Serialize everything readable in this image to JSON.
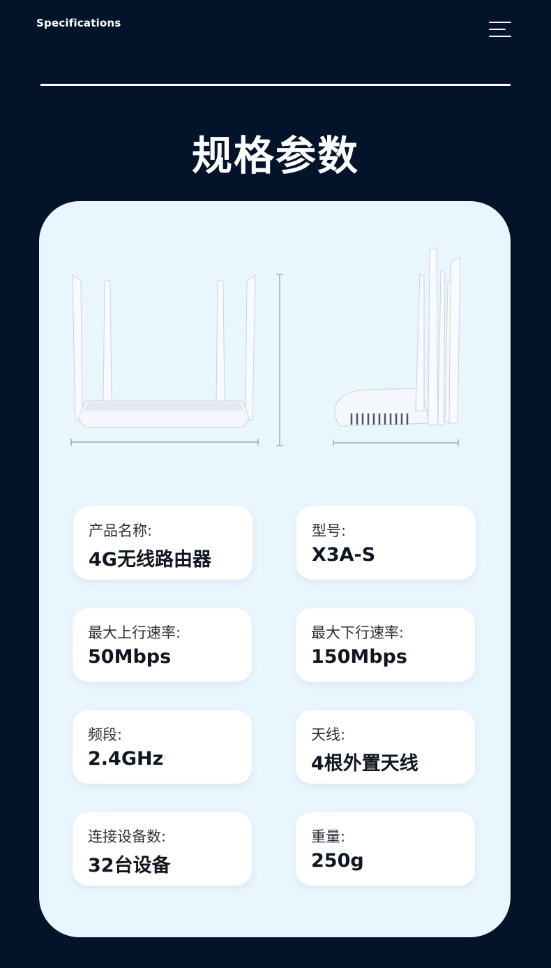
{
  "header": {
    "label": "Specifications"
  },
  "title": "规格参数",
  "specs": [
    {
      "label": "产品名称:",
      "value": "4G无线路由器"
    },
    {
      "label": "型号:",
      "value": "X3A-S"
    },
    {
      "label": "最大上行速率:",
      "value": "50Mbps"
    },
    {
      "label": "最大下行速率:",
      "value": "150Mbps"
    },
    {
      "label": "频段:",
      "value": "2.4GHz"
    },
    {
      "label": "天线:",
      "value": "4根外置天线"
    },
    {
      "label": "连接设备数:",
      "value": "32台设备"
    },
    {
      "label": "重量:",
      "value": "250g"
    }
  ],
  "colors": {
    "background": "#03142a",
    "panel": "#eaf6fd",
    "card": "#ffffff",
    "text_primary": "#10161f"
  }
}
